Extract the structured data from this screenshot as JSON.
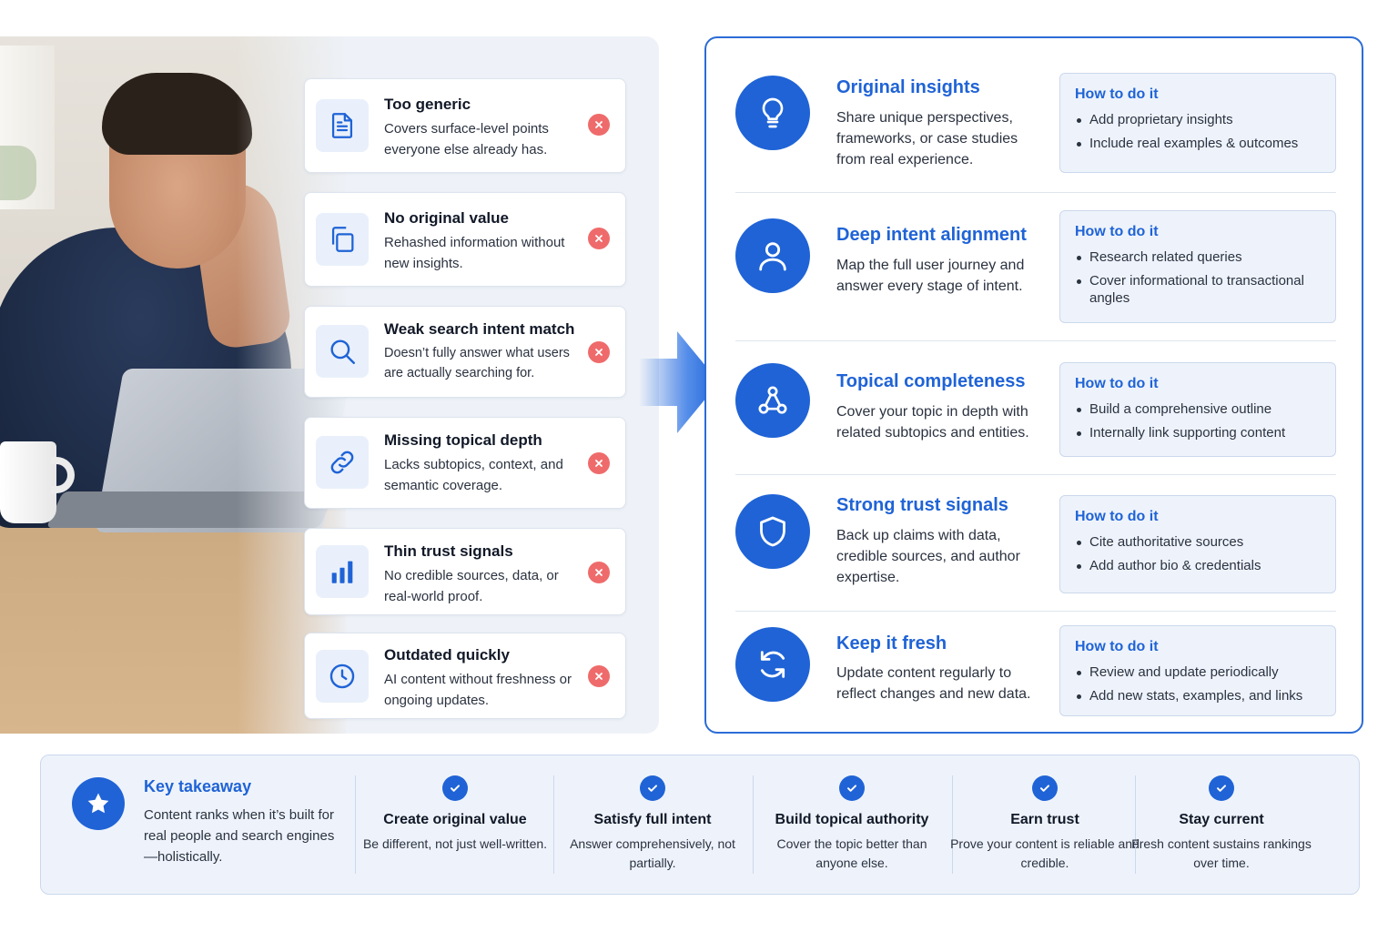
{
  "colors": {
    "accent": "#1f63d6",
    "error": "#ef6b6b",
    "panel_bg": "#eef3fb"
  },
  "problems": [
    {
      "icon": "document-icon",
      "title": "Too generic",
      "desc": "Covers surface-level points everyone else already has."
    },
    {
      "icon": "copy-icon",
      "title": "No original value",
      "desc": "Rehashed information without new insights."
    },
    {
      "icon": "search-icon",
      "title": "Weak search intent match",
      "desc": "Doesn’t fully answer what users are actually searching for."
    },
    {
      "icon": "link-icon",
      "title": "Missing topical depth",
      "desc": "Lacks subtopics, context, and semantic coverage."
    },
    {
      "icon": "bar-chart-icon",
      "title": "Thin trust signals",
      "desc": "No credible sources, data, or real-world proof."
    },
    {
      "icon": "clock-icon",
      "title": "Outdated quickly",
      "desc": "AI content without freshness or ongoing updates."
    }
  ],
  "solutions": [
    {
      "icon": "lightbulb-icon",
      "title": "Original insights",
      "desc": "Share unique perspectives, frameworks, or case studies from real experience.",
      "howto_title": "How to do it",
      "howto": [
        "Add proprietary insights",
        "Include real examples & outcomes"
      ]
    },
    {
      "icon": "user-icon",
      "title": "Deep intent alignment",
      "desc": "Map the full user journey and answer every stage of intent.",
      "howto_title": "How to do it",
      "howto": [
        "Research related queries",
        "Cover informational to transactional angles"
      ]
    },
    {
      "icon": "network-icon",
      "title": "Topical completeness",
      "desc": "Cover your topic in depth with related subtopics and entities.",
      "howto_title": "How to do it",
      "howto": [
        "Build a comprehensive outline",
        "Internally link supporting content"
      ]
    },
    {
      "icon": "shield-icon",
      "title": "Strong trust signals",
      "desc": "Back up claims with data, credible sources, and author expertise.",
      "howto_title": "How to do it",
      "howto": [
        "Cite authoritative sources",
        "Add author bio & credentials"
      ]
    },
    {
      "icon": "refresh-icon",
      "title": "Keep it fresh",
      "desc": "Update content regularly to reflect changes and new data.",
      "howto_title": "How to do it",
      "howto": [
        "Review and update periodically",
        "Add new stats, examples, and links"
      ]
    }
  ],
  "takeaway": {
    "icon": "star-icon",
    "title": "Key takeaway",
    "desc": "Content ranks when it’s built for real people and search engines—holistically."
  },
  "benefits": [
    {
      "title": "Create original value",
      "desc": "Be different, not just well-written."
    },
    {
      "title": "Satisfy full intent",
      "desc": "Answer comprehensively, not partially."
    },
    {
      "title": "Build topical authority",
      "desc": "Cover the topic better than anyone else."
    },
    {
      "title": "Earn trust",
      "desc": "Prove your content is reliable and credible."
    },
    {
      "title": "Stay current",
      "desc": "Fresh content sustains rankings over time."
    }
  ]
}
